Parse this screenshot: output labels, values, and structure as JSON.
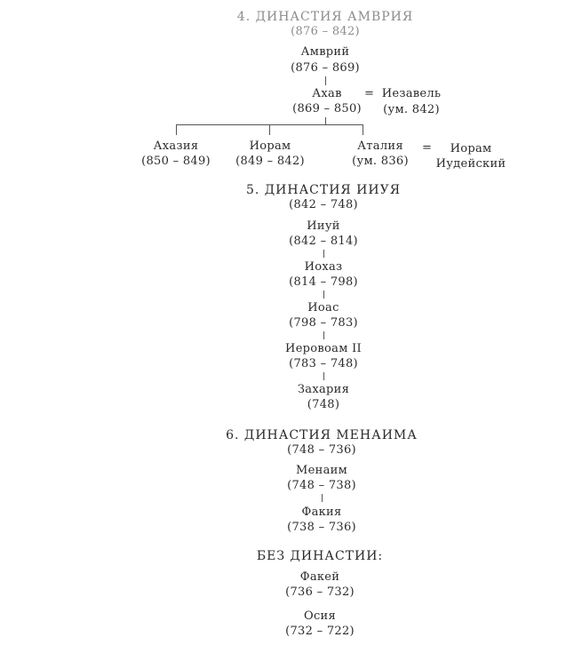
{
  "dyn4": {
    "title": "4. ДИНАСТИЯ АМВРИЯ",
    "years": "(876 – 842)",
    "omri": {
      "name": "Амврий",
      "years": "(876 – 869)"
    },
    "ahab": {
      "name": "Ахав",
      "years": "(869 – 850)"
    },
    "equals": "=",
    "jezebel": {
      "name": "Иезавель",
      "years": "(ум. 842)"
    },
    "children": [
      {
        "name": "Ахазия",
        "years": "(850 – 849)"
      },
      {
        "name": "Иорам",
        "years": "(849 – 842)"
      },
      {
        "name": "Аталия",
        "years": "(ум. 836)"
      }
    ],
    "spouse": {
      "name": "Иорам",
      "subtitle": "Иудейский"
    }
  },
  "dyn5": {
    "title": "5. ДИНАСТИЯ ИИУЯ",
    "years": "(842 – 748)",
    "kings": [
      {
        "name": "Ииуй",
        "years": "(842 – 814)"
      },
      {
        "name": "Иохаз",
        "years": "(814 – 798)"
      },
      {
        "name": "Иоас",
        "years": "(798 – 783)"
      },
      {
        "name": "Иеровоам II",
        "years": "(783 – 748)"
      },
      {
        "name": "Захария",
        "years": "(748)"
      }
    ]
  },
  "dyn6": {
    "title": "6. ДИНАСТИЯ МЕНАИМА",
    "years": "(748 – 736)",
    "kings": [
      {
        "name": "Менаим",
        "years": "(748 – 738)"
      },
      {
        "name": "Факия",
        "years": "(738 – 736)"
      }
    ]
  },
  "nodyn": {
    "title": "БЕЗ ДИНАСТИИ:",
    "kings": [
      {
        "name": "Факей",
        "years": "(736 – 732)"
      },
      {
        "name": "Осия",
        "years": "(732 – 722)"
      }
    ]
  }
}
